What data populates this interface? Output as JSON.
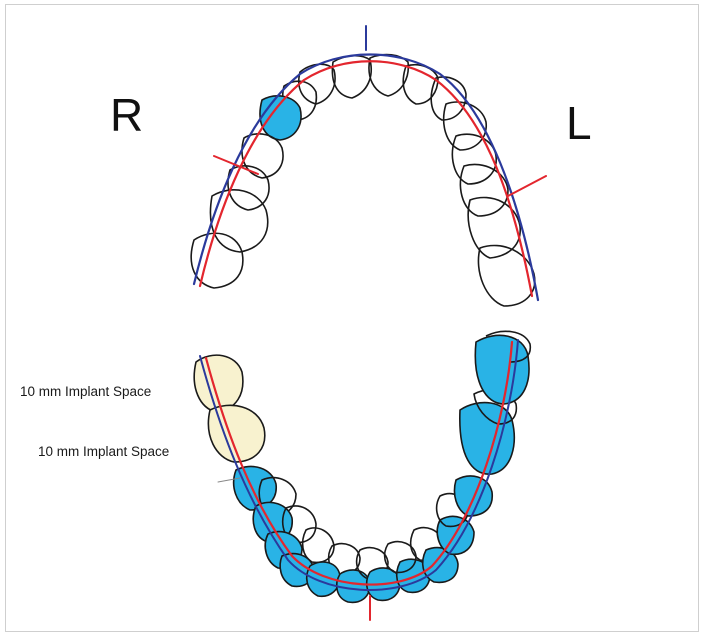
{
  "labels": {
    "right": "R",
    "left": "L"
  },
  "annotations": {
    "implant_space_1": "10 mm Implant Space",
    "implant_space_2": "10 mm Implant Space"
  },
  "colors": {
    "blue_fill": "#29b3e6",
    "implant_fill": "#f8f2cf",
    "red_line": "#e3262e",
    "blue_line": "#2b3a9c",
    "outline": "#1a1a1a"
  },
  "upper_arch": {
    "highlighted_teeth": 1
  },
  "lower_arch": {
    "implant_spaces": 2
  }
}
